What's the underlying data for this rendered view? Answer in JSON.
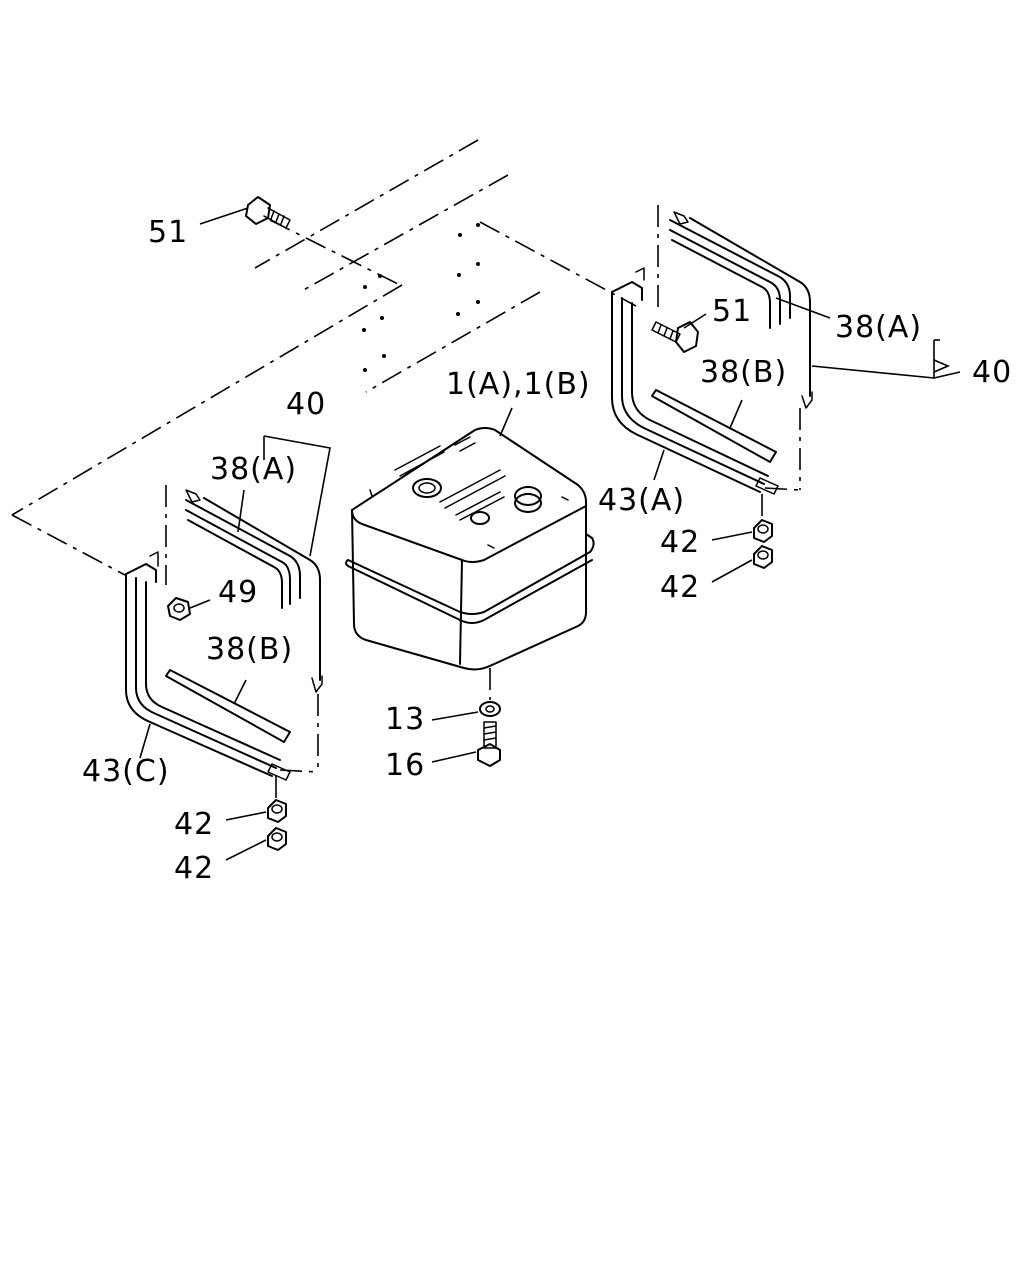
{
  "callouts": {
    "c51_top": "51",
    "c51_right": "51",
    "c38a_right": "38(A)",
    "c40_right": "40",
    "c38b_right": "38(B)",
    "c1ab": "1(A),1(B)",
    "c40_left": "40",
    "c38a_left": "38(A)",
    "c43a": "43(A)",
    "c42_r1": "42",
    "c42_r2": "42",
    "c49": "49",
    "c38b_left": "38(B)",
    "c13": "13",
    "c43c": "43(C)",
    "c16": "16",
    "c42_l1": "42",
    "c42_l2": "42"
  }
}
